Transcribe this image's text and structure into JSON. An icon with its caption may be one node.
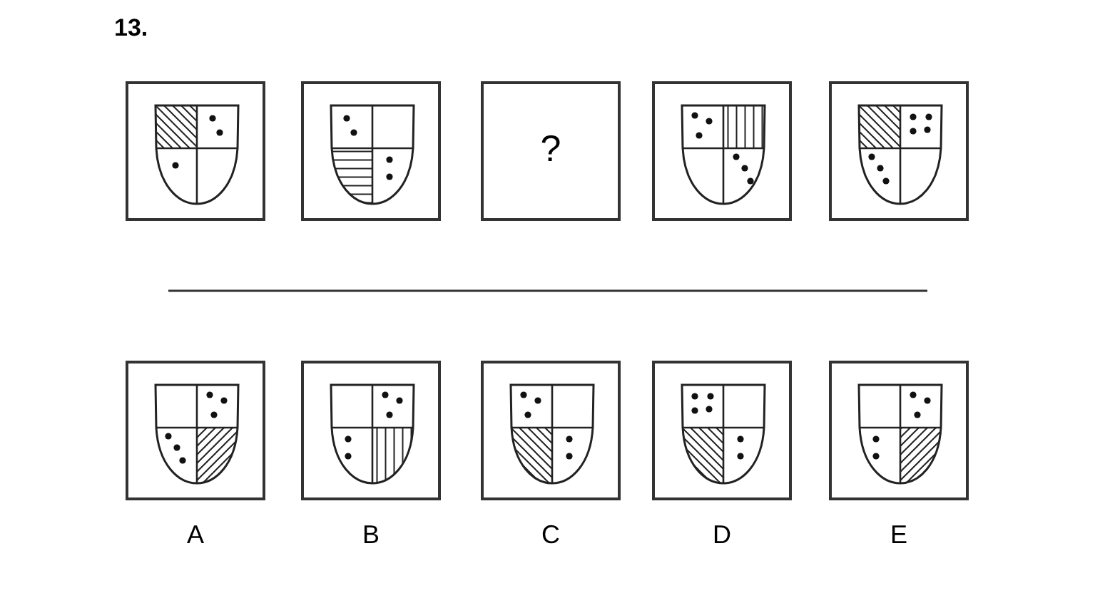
{
  "diagram": {
    "title": "13.",
    "nodes": [
      {
        "text": [],
        "shape": "picture"
      },
      {
        "text": [],
        "shape": "picture"
      },
      {
        "text": [
          "?"
        ]
      },
      {
        "text": [],
        "shape": "picture"
      },
      {
        "text": [],
        "shape": "picture"
      },
      {
        "text": [],
        "shape": "picture",
        "beside": [
          "A"
        ]
      },
      {
        "text": [],
        "shape": "picture",
        "beside": [
          "B"
        ]
      },
      {
        "text": [],
        "shape": "picture",
        "beside": [
          "C"
        ]
      },
      {
        "text": [],
        "shape": "picture",
        "beside": [
          "D"
        ]
      },
      {
        "text": [],
        "shape": "picture",
        "beside": [
          "E"
        ]
      }
    ]
  }
}
